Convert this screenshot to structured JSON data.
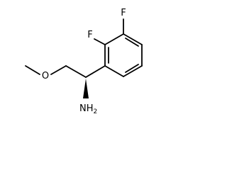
{
  "molecule": {
    "atoms": {
      "f_top": "F",
      "f_ortho": "F",
      "o_methoxy": "O",
      "amine_main": "NH",
      "amine_sub": "2"
    },
    "colors": {
      "bond": "#000000",
      "label": "#000000",
      "background": "#ffffff"
    }
  }
}
